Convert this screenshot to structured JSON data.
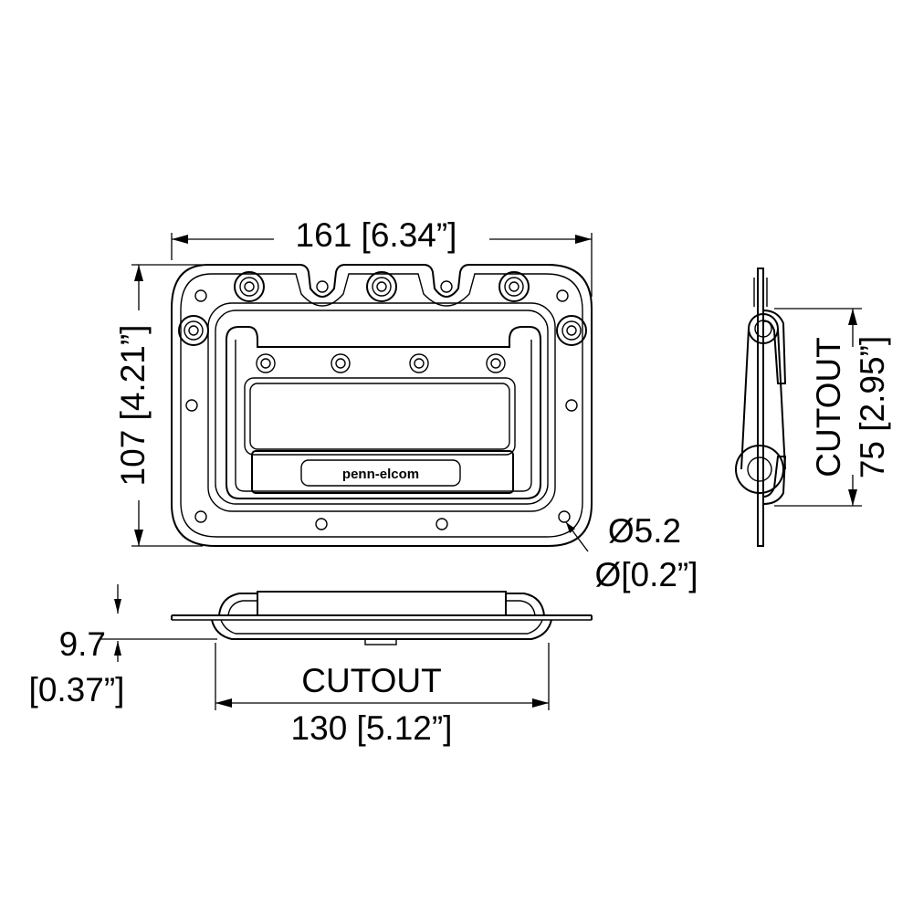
{
  "drawing": {
    "labels": {
      "width_overall": "161 [6.34”]",
      "height_overall": "107 [4.21”]",
      "hole_diameter_mm": "Ø5.2",
      "hole_diameter_in": "Ø[0.2”]",
      "depth_mm": "9.7",
      "depth_in": "[0.37”]",
      "cutout_front": "CUTOUT",
      "cutout_width": "130 [5.12”]",
      "cutout_side": "CUTOUT",
      "cutout_height": "75 [2.95”]"
    },
    "brand": "penn-elcom"
  }
}
